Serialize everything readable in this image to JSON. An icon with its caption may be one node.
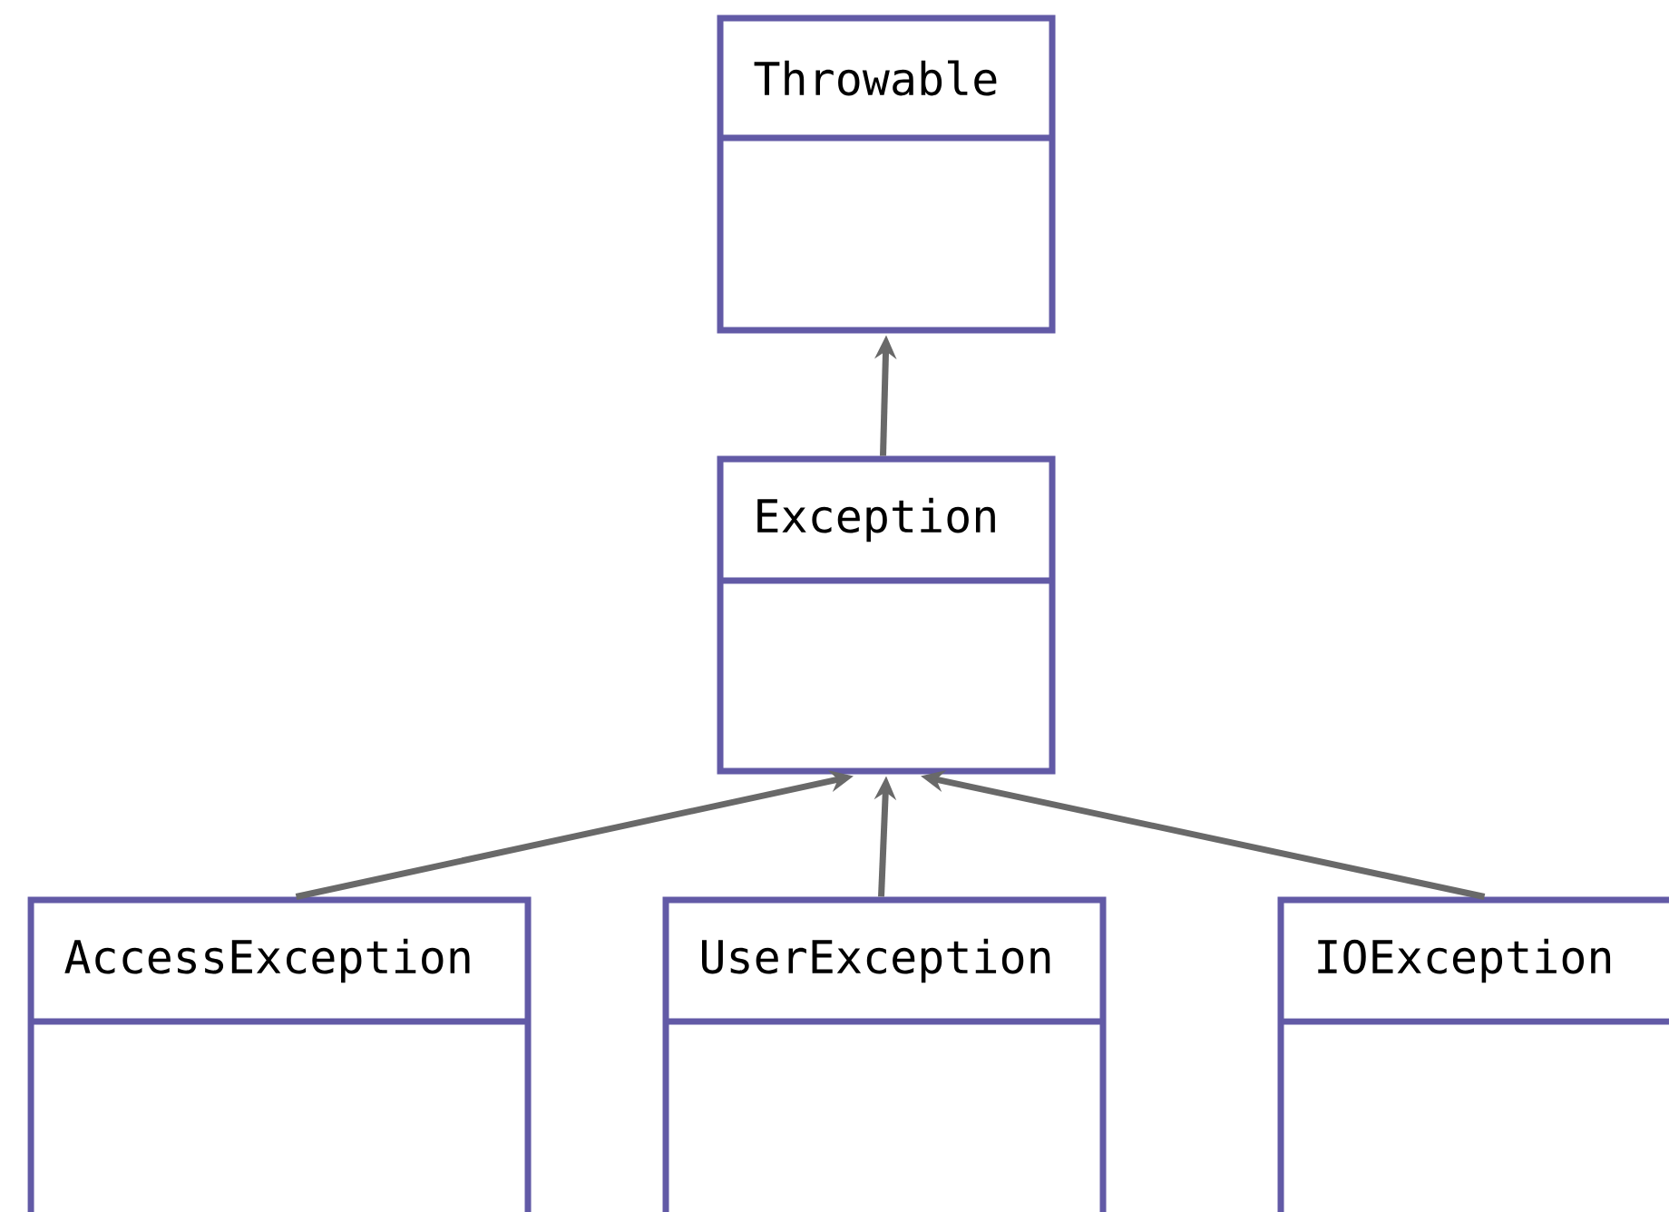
{
  "diagram": {
    "nodes": [
      {
        "text": [
          "Throwable"
        ]
      },
      {
        "text": [
          "Exception"
        ]
      },
      {
        "text": [
          "AccessException"
        ]
      },
      {
        "text": [
          "UserException"
        ]
      },
      {
        "text": [
          "IOException"
        ]
      }
    ],
    "edges": [
      {
        "from": 1,
        "to": 0,
        "arrow": "to"
      },
      {
        "from": 2,
        "to": 1,
        "arrow": "to"
      },
      {
        "from": 3,
        "to": 1,
        "arrow": "to"
      },
      {
        "from": 4,
        "to": 1,
        "arrow": "to"
      }
    ]
  }
}
